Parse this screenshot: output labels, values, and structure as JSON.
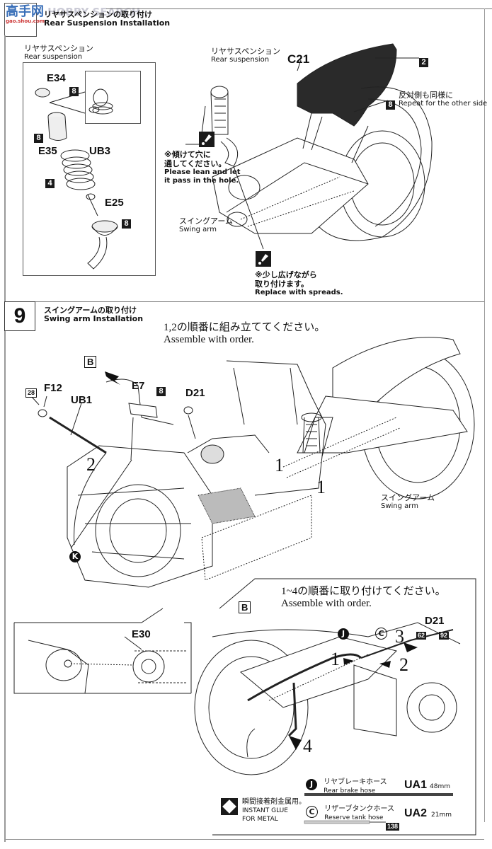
{
  "watermark": {
    "logo_text": "高手网",
    "brand": "HOBBY SEARCH",
    "site": "gao.shou.com"
  },
  "step8": {
    "title_jp": "リヤサスペンションの取り付け",
    "title_en": "Rear Suspension Installation",
    "sub_left": {
      "label_jp": "リヤサスペンション",
      "label_en": "Rear suspension",
      "parts": [
        "E34",
        "E35",
        "UB3",
        "E25"
      ],
      "color_codes": {
        "E34": "8",
        "E35": "8",
        "UB3": "4",
        "E25": "8"
      }
    },
    "main": {
      "label_rear_suspension_jp": "リヤサスペンション",
      "label_rear_suspension_en": "Rear suspension",
      "part_c21": "C21",
      "c21_color": "2",
      "repeat_color": "8",
      "repeat_jp": "反対側も同様に",
      "repeat_en": "Repeat for the other side",
      "note1_jp_1": "※傾けて穴に",
      "note1_jp_2": "通してください。",
      "note1_en_1": "Please lean and let",
      "note1_en_2": "it pass in the hole.",
      "swing_arm_jp": "スイングアーム",
      "swing_arm_en": "Swing arm",
      "note2_jp_1": "※少し広げながら",
      "note2_jp_2": "取り付けます。",
      "note2_en": "Replace with spreads."
    }
  },
  "step9": {
    "number": "9",
    "title_jp": "スイングアームの取り付け",
    "title_en": "Swing arm Installation",
    "order_jp": "1,2の順番に組み立ててください。",
    "order_en": "Assemble with order.",
    "detail_ref": "B",
    "parts": {
      "f12": "F12",
      "f12_color": "28",
      "ub1": "UB1",
      "e7": "E7",
      "e7_color": "8",
      "d21": "D21"
    },
    "order_marks": [
      "2",
      "1",
      "1"
    ],
    "pointer_k": "K",
    "swing_arm_jp": "スイングアーム",
    "swing_arm_en": "Swing arm",
    "inset_part": "E30",
    "detail_b": {
      "ref": "B",
      "order_jp": "1~4の順番に取り付けてください。",
      "order_en": "Assemble with order.",
      "d21": "D21",
      "d21_colors": [
        "62",
        "92"
      ],
      "markers": {
        "j": "J",
        "c": "C"
      },
      "steps": [
        "1",
        "2",
        "3",
        "4"
      ]
    },
    "legend": {
      "glue_jp": "瞬間接着剤金属用。",
      "glue_en_1": "INSTANT GLUE",
      "glue_en_2": "FOR METAL",
      "hoses": [
        {
          "marker": "J",
          "name_jp": "リヤブレーキホース",
          "name_en": "Rear brake hose",
          "part": "UA1",
          "length": "48mm"
        },
        {
          "marker": "C",
          "name_jp": "リザーブタンクホース",
          "name_en": "Reserve tank hose",
          "part": "UA2",
          "length": "21mm",
          "color": "138"
        }
      ]
    }
  }
}
